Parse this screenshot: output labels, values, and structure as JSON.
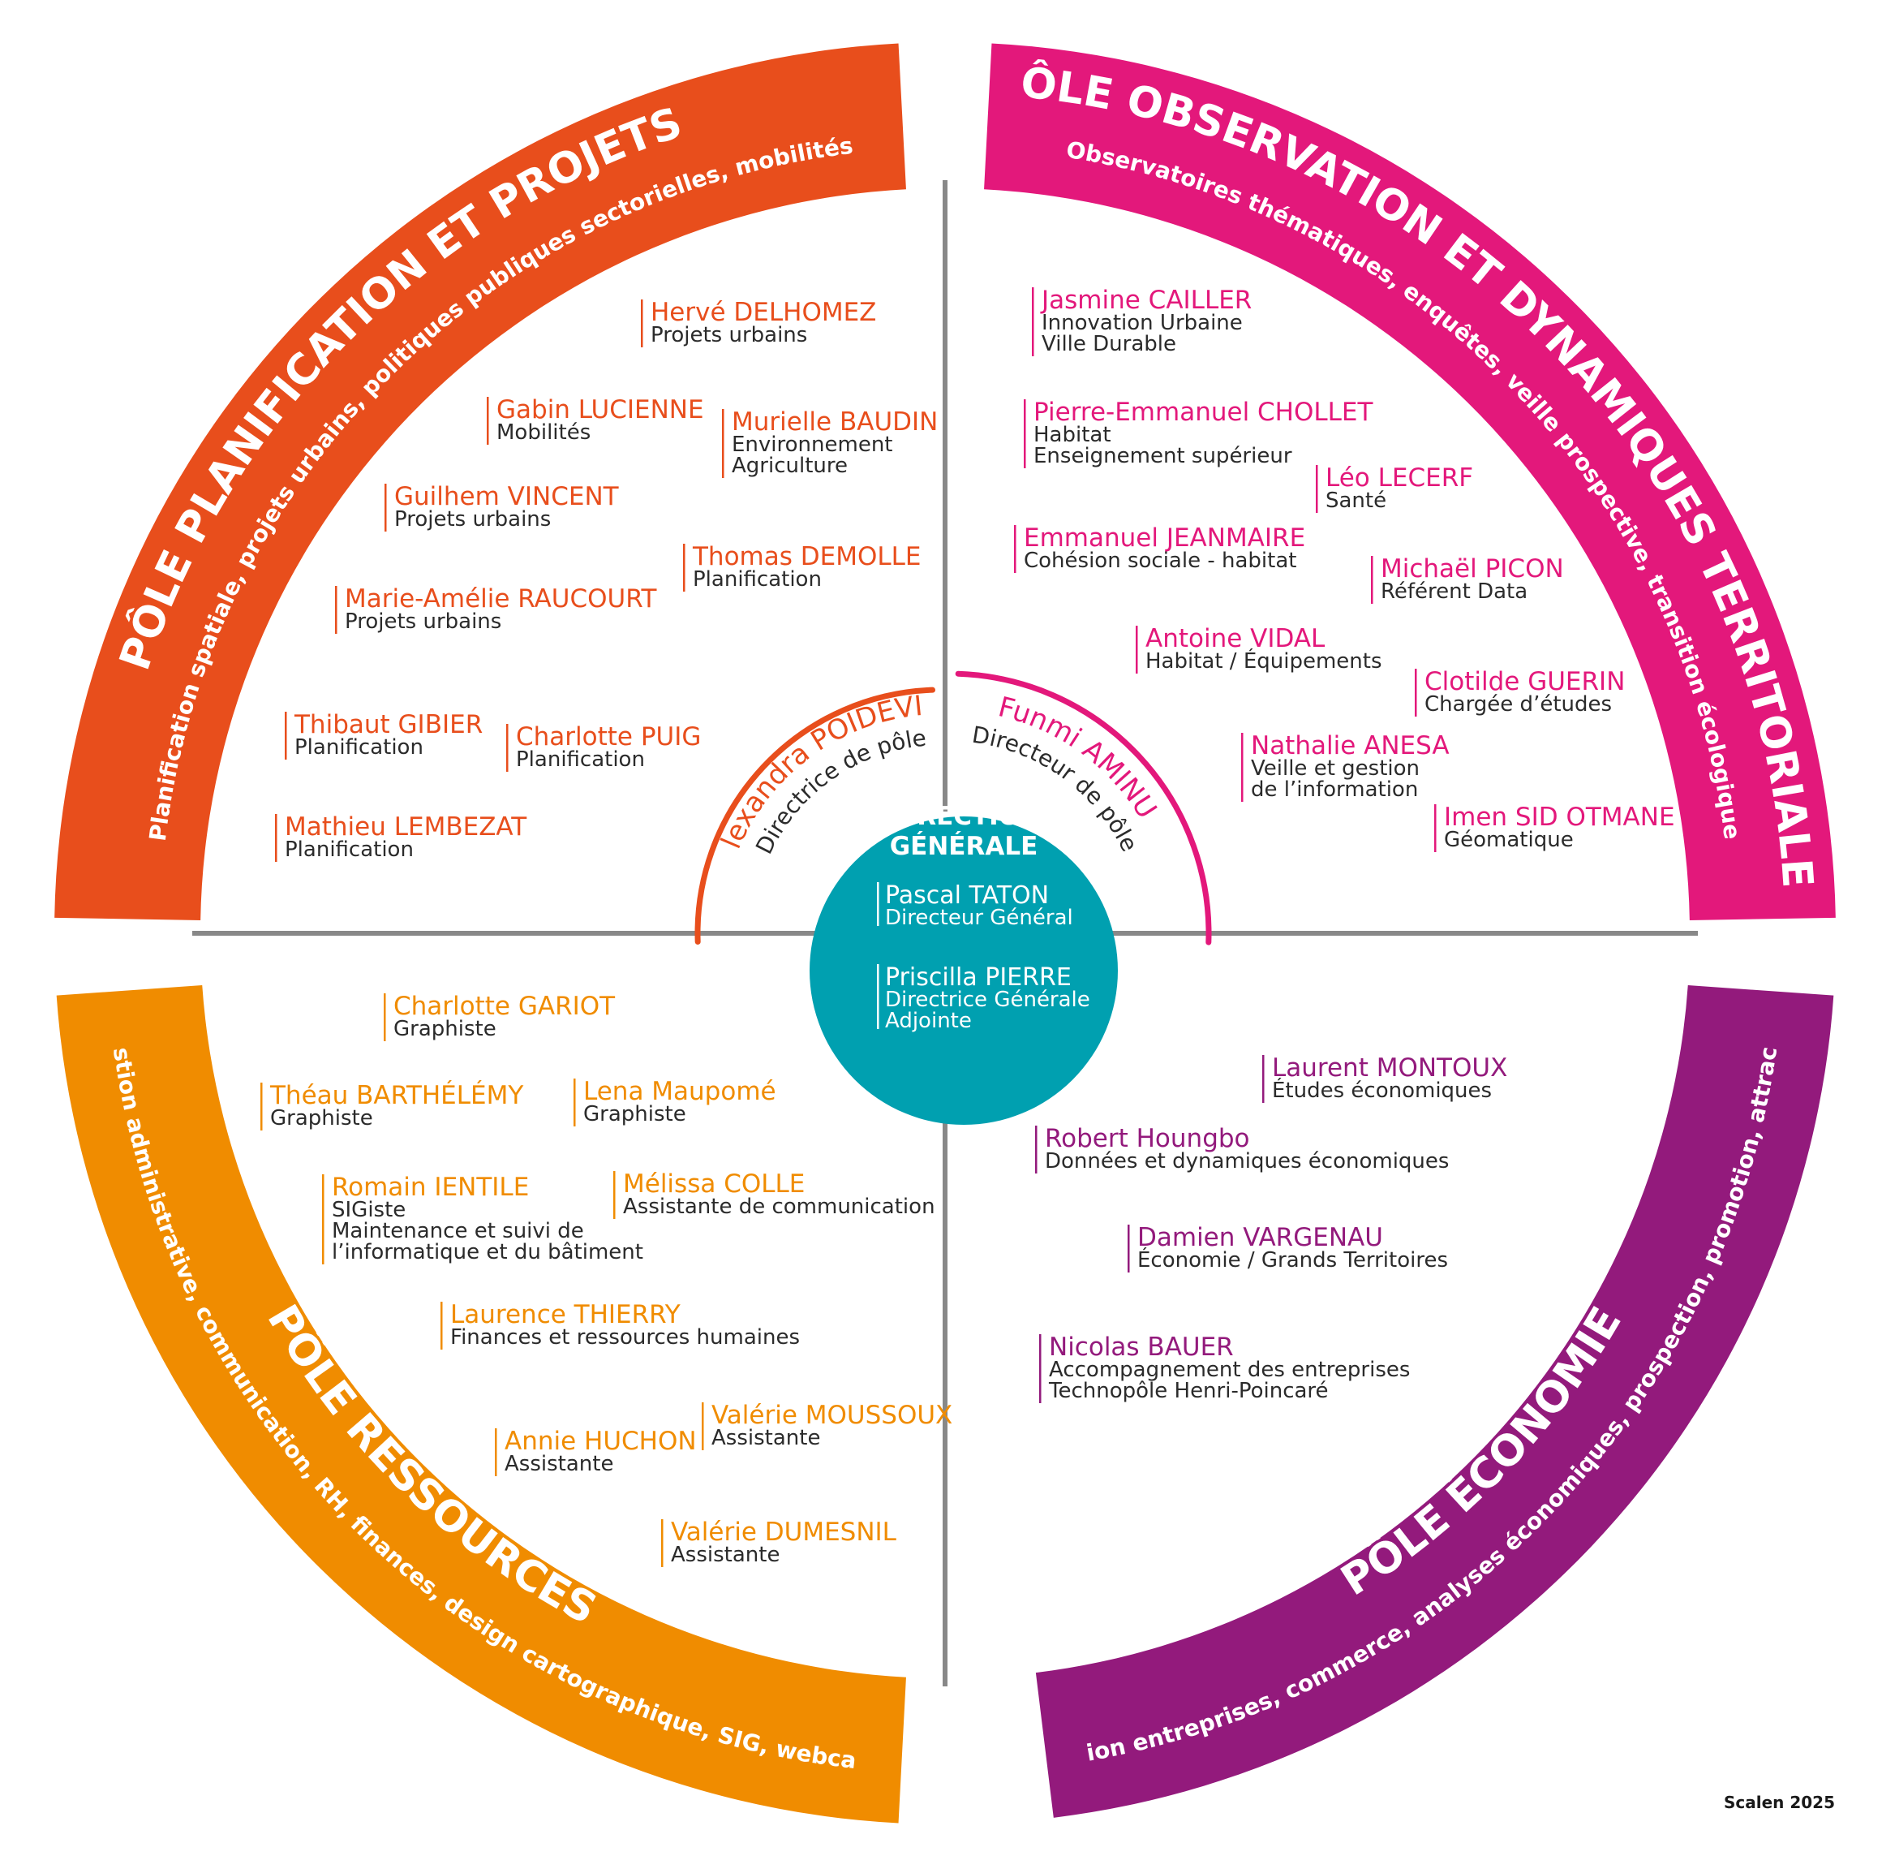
{
  "colors": {
    "planification": "#e84e1c",
    "observation": "#e3187b",
    "economie": "#931a7c",
    "ressources": "#f08c00",
    "direction": "#00a0b0",
    "divider": "#888888"
  },
  "direction": {
    "title_line1": "DIRECTION",
    "title_line2": "GÉNÉRALE",
    "people": [
      {
        "name": "Pascal TATON",
        "roles": [
          "Directeur Général"
        ]
      },
      {
        "name": "Priscilla PIERRE",
        "roles": [
          "Directrice Générale",
          "Adjointe"
        ]
      }
    ]
  },
  "poles": {
    "planification": {
      "title": "PÔLE PLANIFICATION ET PROJETS",
      "subtitle": "Planification spatiale, projets urbains, politiques publiques sectorielles, mobilités",
      "director": {
        "name": "Alexandra POIDEVIN",
        "role": "Directrice de pôle"
      },
      "members": [
        {
          "name": "Hervé DELHOMEZ",
          "roles": [
            "Projets urbains"
          ]
        },
        {
          "name": "Gabin LUCIENNE",
          "roles": [
            "Mobilités"
          ]
        },
        {
          "name": "Murielle BAUDIN",
          "roles": [
            "Environnement",
            "Agriculture"
          ]
        },
        {
          "name": "Guilhem VINCENT",
          "roles": [
            "Projets urbains"
          ]
        },
        {
          "name": "Thomas DEMOLLE",
          "roles": [
            "Planification"
          ]
        },
        {
          "name": "Marie-Amélie RAUCOURT",
          "roles": [
            "Projets urbains"
          ]
        },
        {
          "name": "Thibaut GIBIER",
          "roles": [
            "Planification"
          ]
        },
        {
          "name": "Charlotte PUIG",
          "roles": [
            "Planification"
          ]
        },
        {
          "name": "Mathieu LEMBEZAT",
          "roles": [
            "Planification"
          ]
        }
      ]
    },
    "observation": {
      "title": "PÔLE OBSERVATION ET DYNAMIQUES TERRITORIALES",
      "subtitle": "Observatoires thématiques, enquêtes, veille prospective, transition écologique",
      "director": {
        "name": "Funmi AMINU",
        "role": "Directeur de pôle"
      },
      "members": [
        {
          "name": "Jasmine CAILLER",
          "roles": [
            "Innovation Urbaine",
            "Ville Durable"
          ]
        },
        {
          "name": "Pierre-Emmanuel CHOLLET",
          "roles": [
            "Habitat",
            "Enseignement supérieur"
          ]
        },
        {
          "name": "Léo LECERF",
          "roles": [
            "Santé"
          ]
        },
        {
          "name": "Emmanuel JEANMAIRE",
          "roles": [
            "Cohésion sociale - habitat"
          ]
        },
        {
          "name": "Michaël PICON",
          "roles": [
            "Référent Data"
          ]
        },
        {
          "name": "Antoine VIDAL",
          "roles": [
            "Habitat / Équipements"
          ]
        },
        {
          "name": "Clotilde GUERIN",
          "roles": [
            "Chargée d’études"
          ]
        },
        {
          "name": "Nathalie ANESA",
          "roles": [
            "Veille et gestion",
            "de l’information"
          ]
        },
        {
          "name": "Imen SID OTMANE",
          "roles": [
            "Géomatique"
          ]
        }
      ]
    },
    "economie": {
      "title": "PÔLE ÉCONOMIE",
      "subtitle": "Relation entreprises, commerce, analyses économiques, prospection, promotion, attractivité",
      "members": [
        {
          "name": "Laurent MONTOUX",
          "roles": [
            "Études économiques"
          ]
        },
        {
          "name": "Robert Houngbo",
          "roles": [
            "Données et dynamiques économiques"
          ]
        },
        {
          "name": "Damien VARGENAU",
          "roles": [
            "Économie / Grands Territoires"
          ]
        },
        {
          "name": "Nicolas BAUER",
          "roles": [
            "Accompagnement des entreprises",
            "Technopôle Henri-Poincaré"
          ]
        }
      ]
    },
    "ressources": {
      "title": "PÔLE RESSOURCES",
      "subtitle": "Gestion administrative, communication, RH, finances, design cartographique, SIG, webcarto",
      "members": [
        {
          "name": "Charlotte GARIOT",
          "roles": [
            "Graphiste"
          ]
        },
        {
          "name": "Théau BARTHÉLÉMY",
          "roles": [
            "Graphiste"
          ]
        },
        {
          "name": "Lena Maupomé",
          "roles": [
            "Graphiste"
          ]
        },
        {
          "name": "Romain IENTILE",
          "roles": [
            "SIGiste",
            "Maintenance et suivi de",
            "l’informatique et du bâtiment"
          ]
        },
        {
          "name": "Mélissa COLLE",
          "roles": [
            "Assistante de communication"
          ]
        },
        {
          "name": "Laurence THIERRY",
          "roles": [
            "Finances et ressources humaines"
          ]
        },
        {
          "name": "Valérie MOUSSOUX",
          "roles": [
            "Assistante"
          ]
        },
        {
          "name": "Annie HUCHON",
          "roles": [
            "Assistante"
          ]
        },
        {
          "name": "Valérie DUMESNIL",
          "roles": [
            "Assistante"
          ]
        }
      ]
    }
  },
  "credit": "Scalen 2025"
}
